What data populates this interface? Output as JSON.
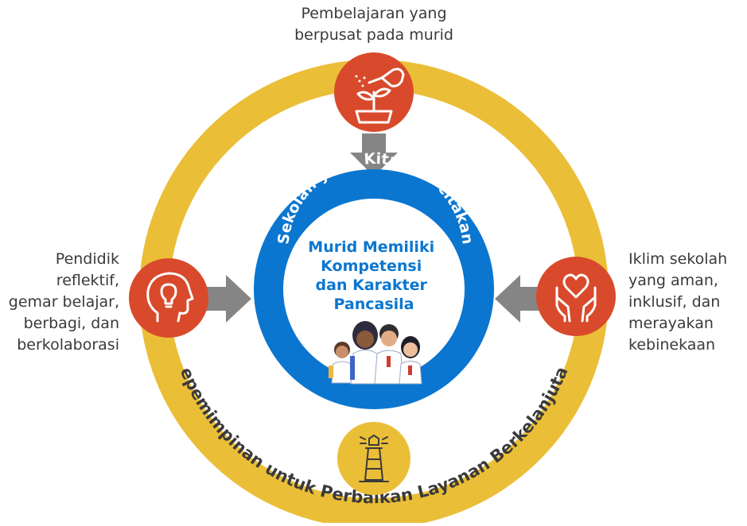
{
  "diagram": {
    "center_ring_text": "Sekolah yang Kita Cita-citakan",
    "center_title_lines": [
      "Murid Memiliki",
      "Kompetensi",
      "dan Karakter",
      "Pancasila"
    ],
    "outer_ring_text": "Kepemimpinan untuk Perbaikan Layanan Berkelanjutan",
    "top_label_lines": [
      "Pembelajaran yang",
      "berpusat pada murid"
    ],
    "left_label_lines": [
      "Pendidik",
      "reflektif,",
      "gemar belajar,",
      "berbagi, dan",
      "berkolaborasi"
    ],
    "right_label_lines": [
      "Iklim sekolah",
      "yang aman,",
      "inklusif, dan",
      "merayakan",
      "kebinekaan"
    ],
    "icons": {
      "top": "watering-can-plant-icon",
      "left": "head-lightbulb-icon",
      "right": "hands-heart-icon",
      "bottom": "lighthouse-icon",
      "center": "students-illustration"
    },
    "colors": {
      "outer_ring": "#EBBE38",
      "center_ring": "#0B76D0",
      "icon_circle": "#D84A2B",
      "arrow": "#858585",
      "center_text": "#0B76D0"
    }
  }
}
